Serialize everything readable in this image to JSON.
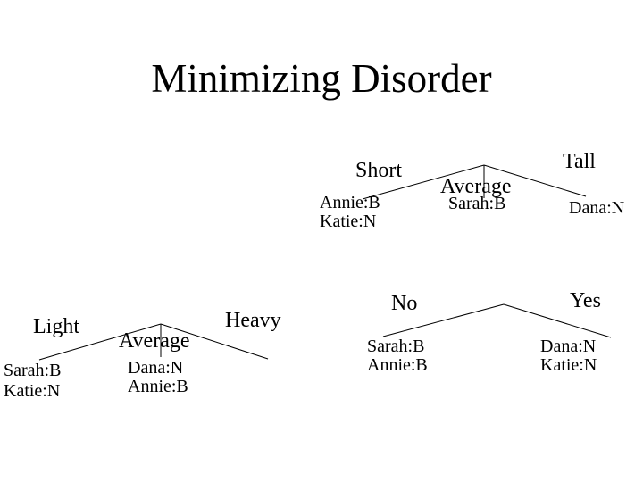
{
  "slide": {
    "title": "Minimizing Disorder",
    "background_color": "#ffffff",
    "text_color": "#000000",
    "line_color": "#000000"
  },
  "trees": {
    "height_tree": {
      "branch_labels": {
        "left": "Short",
        "middle": "Average",
        "right": "Tall"
      },
      "leaves": {
        "left": {
          "line1": "Annie:B",
          "line2": "Katie:N"
        },
        "middle": {
          "line1": "Sarah:B"
        },
        "right": {
          "line1": "Dana:N"
        }
      }
    },
    "weight_tree": {
      "branch_labels": {
        "left": "Light",
        "middle": "Average",
        "right": "Heavy"
      },
      "leaves": {
        "left": {
          "line1": "Sarah:B",
          "line2": "Katie:N"
        },
        "middle": {
          "line1": "Dana:N",
          "line2": "Annie:B"
        }
      }
    },
    "binary_tree": {
      "branch_labels": {
        "left": "No",
        "right": "Yes"
      },
      "leaves": {
        "left": {
          "line1": "Sarah:B",
          "line2": "Annie:B"
        },
        "right": {
          "line1": "Dana:N",
          "line2": "Katie:N"
        }
      }
    }
  }
}
